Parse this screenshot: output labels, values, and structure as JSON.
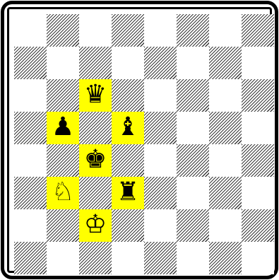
{
  "board": {
    "files": [
      "a",
      "b",
      "c",
      "d",
      "e",
      "f",
      "g",
      "h"
    ],
    "ranks": [
      8,
      7,
      6,
      5,
      4,
      3,
      2,
      1
    ],
    "light_square_color": "#ffffff",
    "dark_square_style": "diagonal-hatch",
    "highlight_color": "#ffff00",
    "highlighted_squares": [
      "c6",
      "b5",
      "d5",
      "c4",
      "b3",
      "d3",
      "c2"
    ],
    "pieces": [
      {
        "square": "c6",
        "type": "queen",
        "color": "black",
        "glyph": "♛",
        "icon": "black-queen-icon"
      },
      {
        "square": "b5",
        "type": "pawn",
        "color": "black",
        "glyph": "♟",
        "icon": "black-pawn-icon"
      },
      {
        "square": "d5",
        "type": "bishop",
        "color": "black",
        "glyph": "♝",
        "icon": "black-bishop-icon"
      },
      {
        "square": "c4",
        "type": "king",
        "color": "black",
        "glyph": "♚",
        "icon": "black-king-icon"
      },
      {
        "square": "b3",
        "type": "knight",
        "color": "white",
        "glyph": "♘",
        "icon": "white-knight-icon"
      },
      {
        "square": "d3",
        "type": "rook",
        "color": "black",
        "glyph": "♜",
        "icon": "black-rook-icon"
      },
      {
        "square": "c2",
        "type": "king",
        "color": "white",
        "glyph": "♔",
        "icon": "white-king-icon"
      }
    ]
  }
}
